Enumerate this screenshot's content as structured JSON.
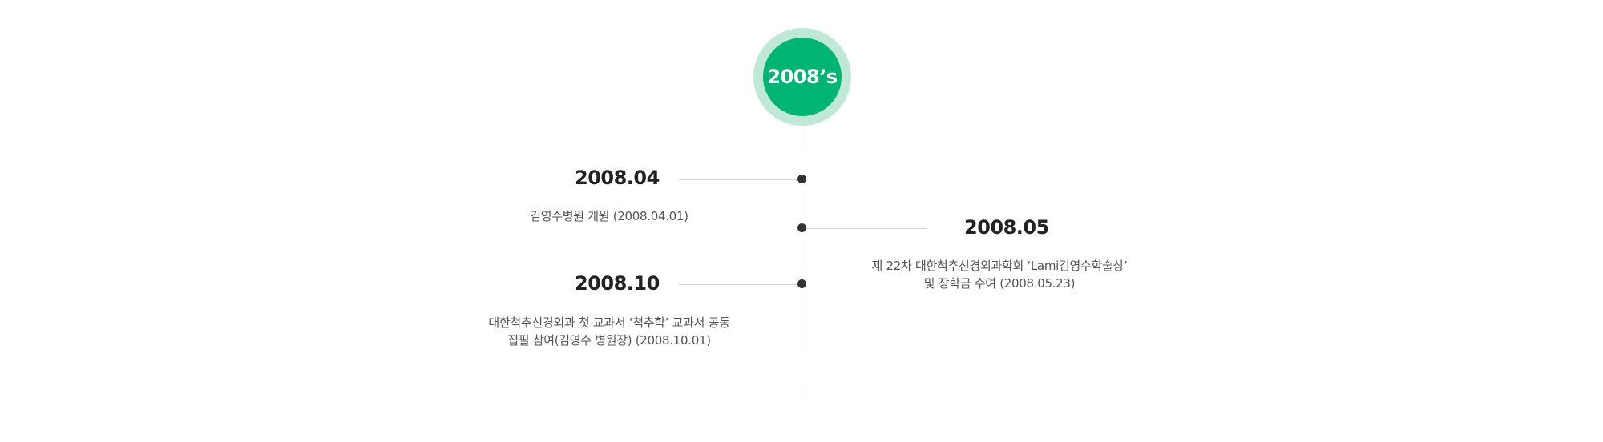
{
  "timeline": {
    "period_label": "2008’s",
    "events": [
      {
        "date": "2008.04",
        "lines": [
          "김영수병원 개원 (2008.04.01)"
        ]
      },
      {
        "date": "2008.05",
        "lines": [
          "제 22차 대한척추신경외과학회 ‘Lami김영수학술상’",
          "및 장학금 수여 (2008.05.23)"
        ]
      },
      {
        "date": "2008.10",
        "lines": [
          "대한척추신경외과 첫 교과서 ‘척추학’ 교과서 공동",
          "집필 참여(김영수 병원장) (2008.10.01)"
        ]
      }
    ],
    "colors": {
      "accent": "#00b574",
      "accent_ring": "#bfe9d6",
      "dot": "#333333",
      "line": "#d4d4d4"
    }
  }
}
